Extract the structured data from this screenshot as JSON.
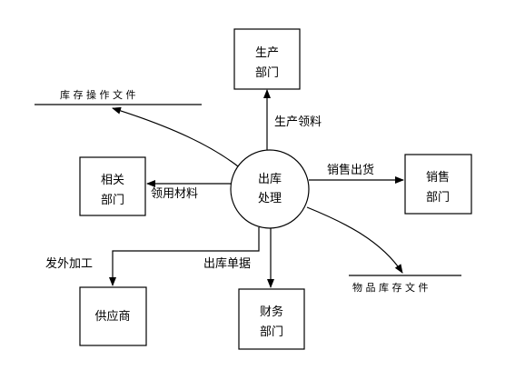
{
  "process": {
    "line1": "出库",
    "line2": "处理"
  },
  "entities": {
    "production": {
      "line1": "生产",
      "line2": "部门"
    },
    "related": {
      "line1": "相关",
      "line2": "部门"
    },
    "sales": {
      "line1": "销售",
      "line2": "部门"
    },
    "finance": {
      "line1": "财务",
      "line2": "部门"
    },
    "supplier": {
      "line1": "供应商"
    }
  },
  "stores": {
    "inventory_ops": "库 存 操 作 文 件",
    "goods_stock": "物 品 库 存 文 件"
  },
  "flows": {
    "production_use": "生产领料",
    "use_materials": "领用材料",
    "sales_shipment": "销售出货",
    "outsource": "发外加工",
    "out_slip": "出库单据"
  }
}
